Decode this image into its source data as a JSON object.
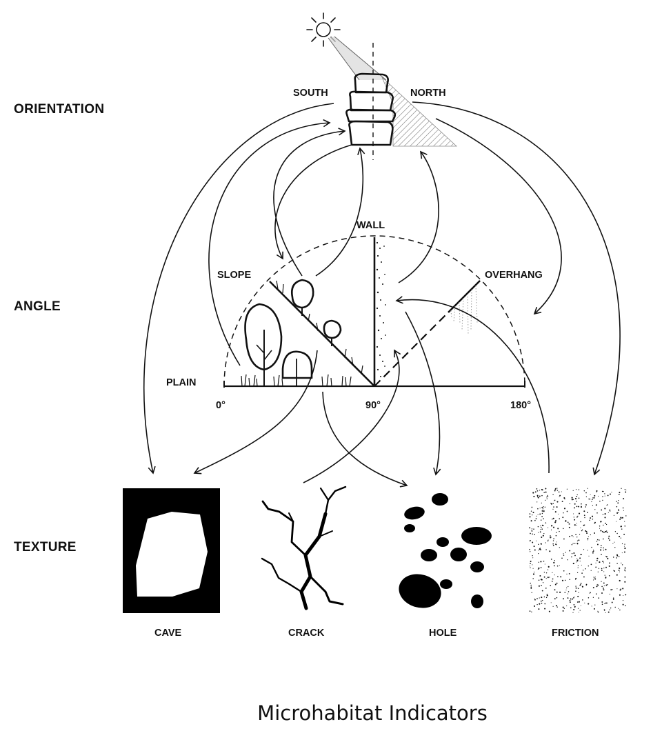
{
  "rows": {
    "orientation": "ORIENTATION",
    "angle": "ANGLE",
    "texture": "TEXTURE"
  },
  "orientation": {
    "south": "SOUTH",
    "north": "NORTH"
  },
  "angle": {
    "wall": "WALL",
    "slope": "SLOPE",
    "overhang": "OVERHANG",
    "plain": "PLAIN",
    "deg_0": "0°",
    "deg_90": "90°",
    "deg_180": "180°"
  },
  "texture": {
    "cave": "CAVE",
    "crack": "CRACK",
    "hole": "HOLE",
    "friction": "FRICTION"
  },
  "caption": "Microhabitat Indicators",
  "colors": {
    "ink": "#111111",
    "background": "#ffffff"
  }
}
